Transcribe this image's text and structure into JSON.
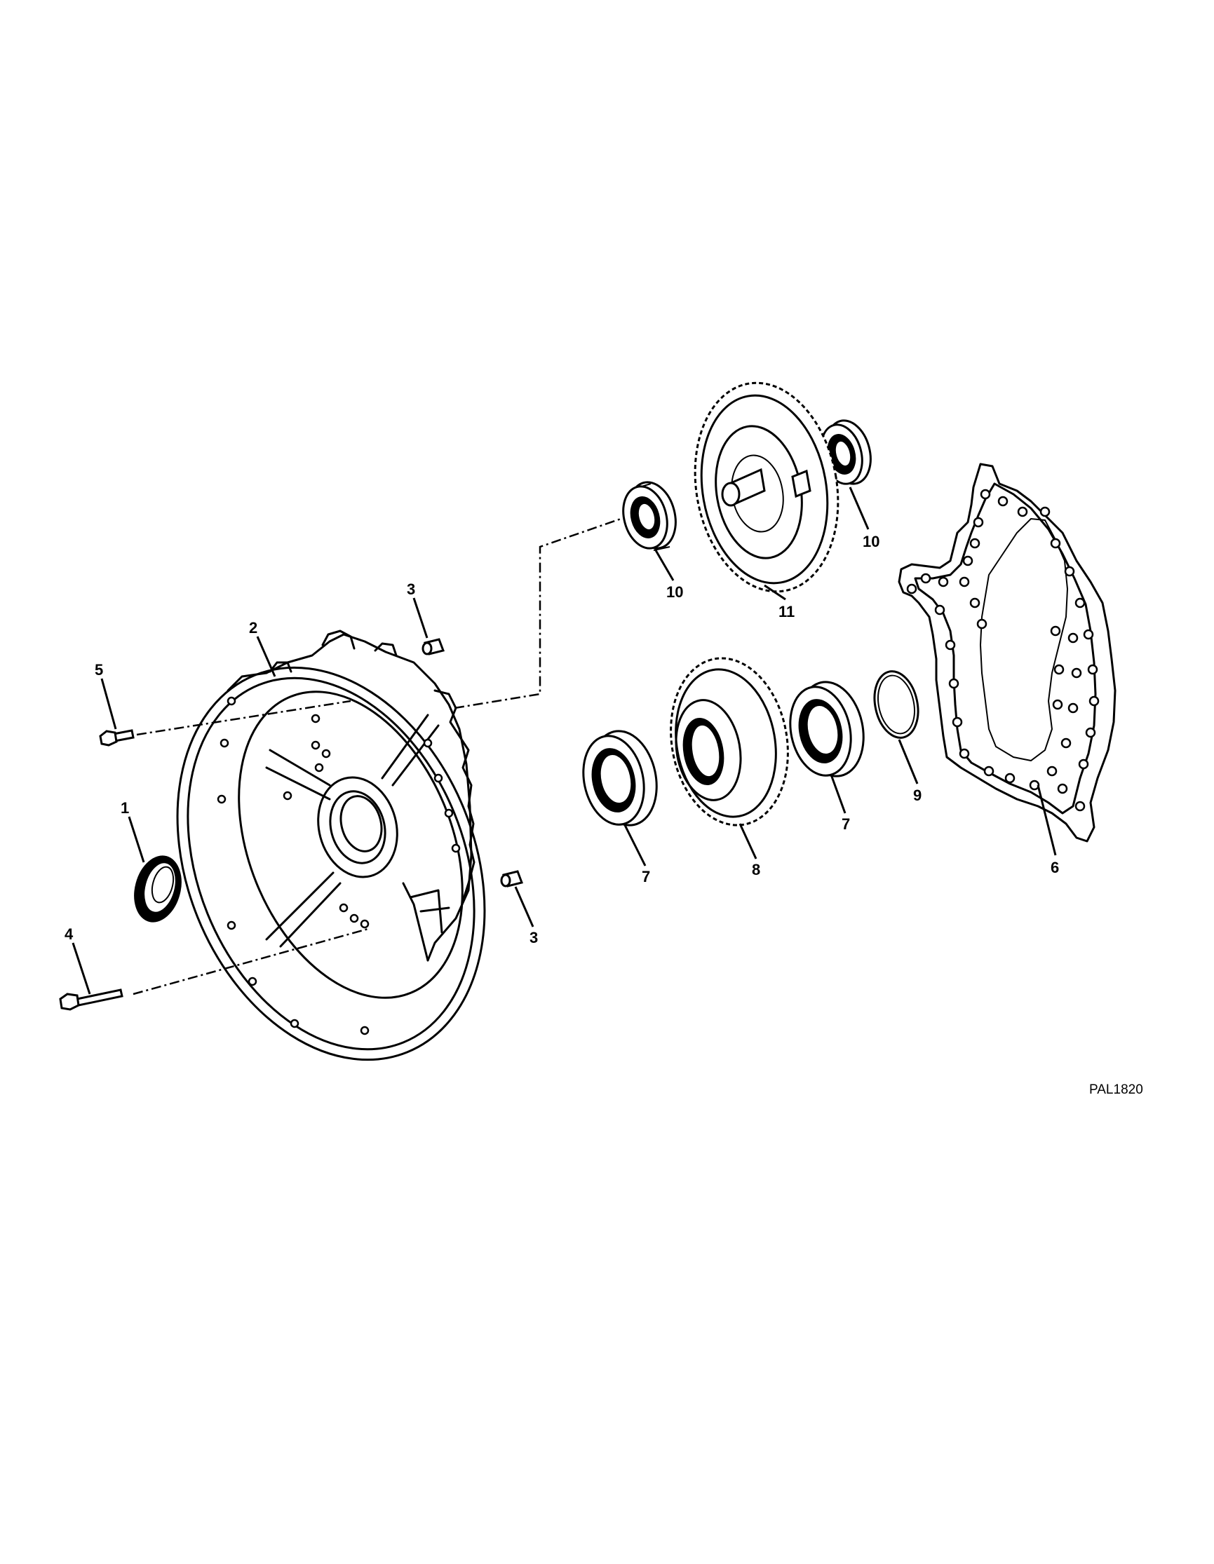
{
  "figure_code": "PAL1820",
  "callouts": {
    "c1": "1",
    "c2": "2",
    "c3a": "3",
    "c3b": "3",
    "c4": "4",
    "c5": "5",
    "c6": "6",
    "c7a": "7",
    "c7b": "7",
    "c8": "8",
    "c9": "9",
    "c10a": "10",
    "c10b": "10",
    "c11": "11"
  }
}
